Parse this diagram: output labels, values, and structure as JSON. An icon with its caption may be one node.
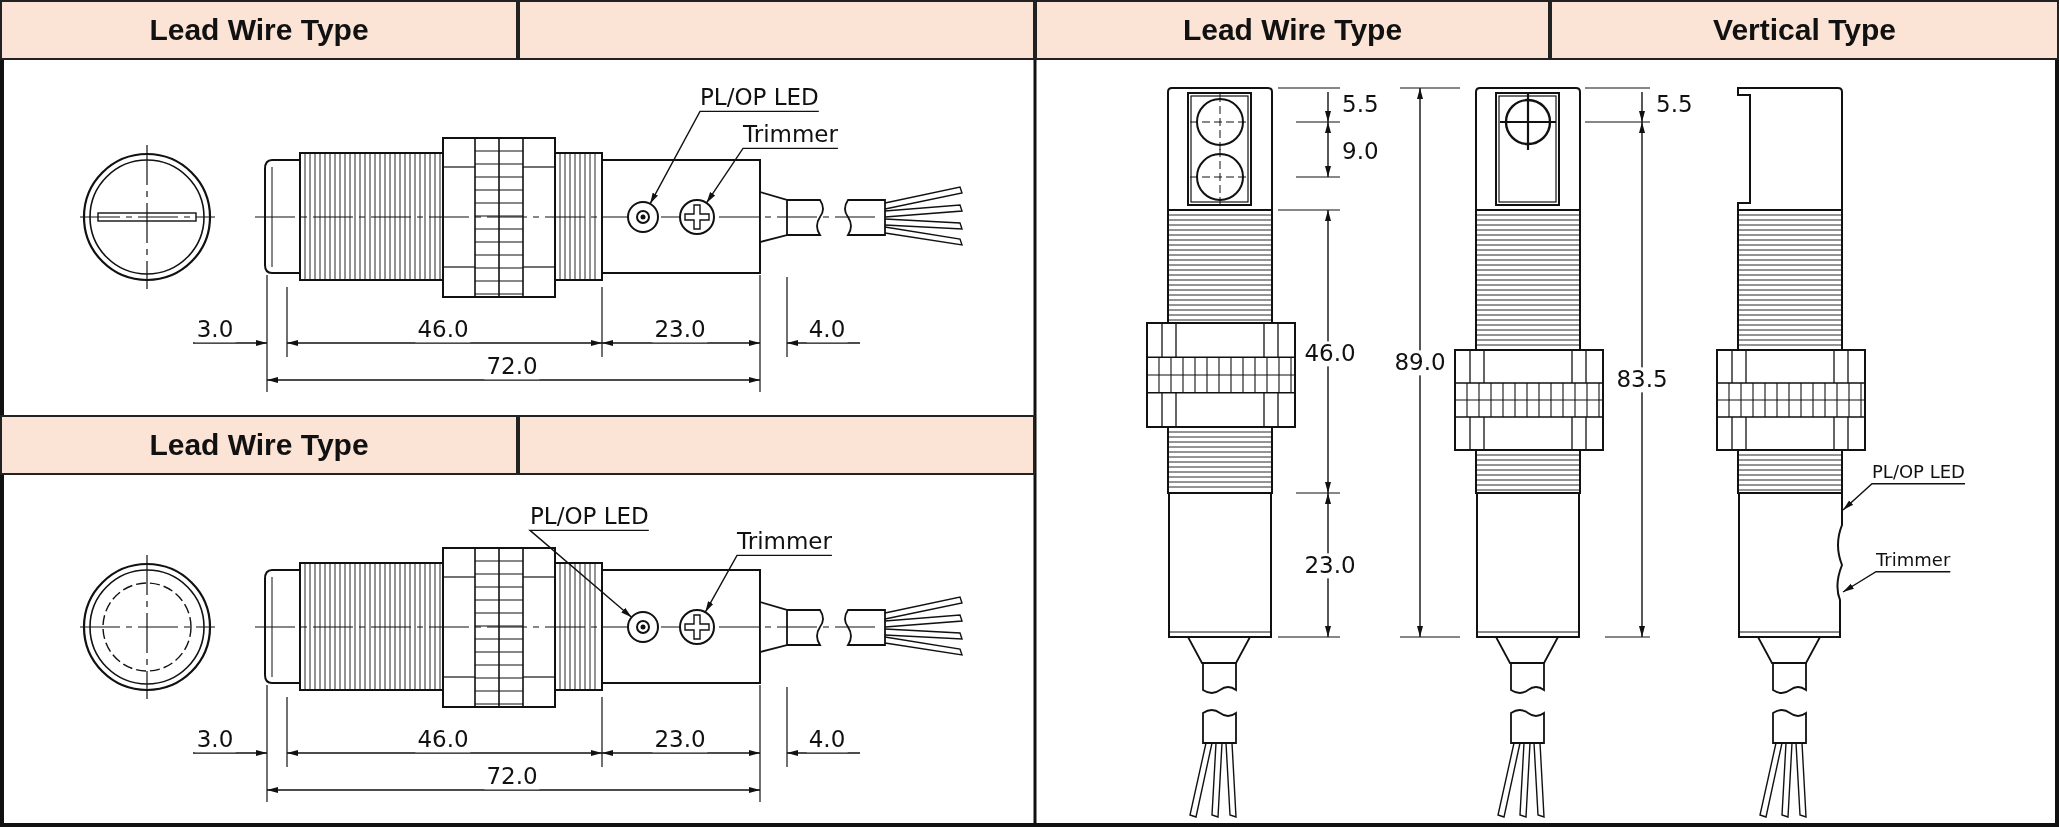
{
  "diagram": {
    "nodes": [
      {
        "text": [
          "PL/OP LED"
        ]
      },
      {
        "text": [],
        "shape": "circle"
      },
      {
        "text": [
          "Trimmer"
        ]
      },
      {
        "text": [],
        "shape": "circle"
      },
      {
        "text": [
          "PL/OP LED"
        ]
      },
      {
        "text": [],
        "shape": "circle"
      },
      {
        "text": [
          "Trimmer"
        ]
      },
      {
        "text": [],
        "shape": "circle"
      },
      {
        "text": [
          "PL/OP LED"
        ]
      },
      {
        "text": [
          "Trimmer"
        ]
      }
    ],
    "edges": [
      {
        "from": 0,
        "to": 1,
        "arrow": "to"
      },
      {
        "from": 2,
        "to": 3,
        "arrow": "to"
      },
      {
        "from": 4,
        "to": 5,
        "arrow": "to"
      },
      {
        "from": 6,
        "to": 7,
        "arrow": "to"
      },
      {
        "from": 8,
        "to": null,
        "arrow": "to"
      },
      {
        "from": 9,
        "to": null,
        "arrow": "to"
      }
    ],
    "labels": [
      "Lead Wire Type",
      "Lead Wire Type",
      "Vertical Type",
      "3.0",
      "46.0",
      "23.0",
      "4.0",
      "72.0",
      "5.5",
      "9.0",
      "5.5",
      "46.0",
      "89.0",
      "83.5",
      "23.0",
      "Lead Wire Type",
      "3.0",
      "46.0",
      "23.0",
      "4.0",
      "72.0"
    ]
  }
}
